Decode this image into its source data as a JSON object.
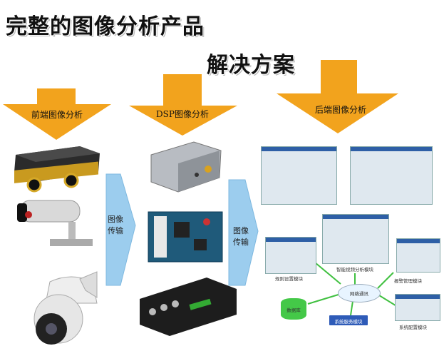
{
  "title": {
    "line1": "完整的图像分析产品",
    "line2": "解决方案"
  },
  "columns": [
    {
      "label": "前端图像分析"
    },
    {
      "label": "DSP图像分析"
    },
    {
      "label": "后端图像分析"
    }
  ],
  "transfer": [
    {
      "line1": "图像",
      "line2": "传输"
    },
    {
      "line1": "图像",
      "line2": "传输"
    }
  ],
  "system_diagram": {
    "rule_module": "规则设置模块",
    "smart_module": "智能视频分析模块",
    "alarm_module": "报警管理模块",
    "network": "网络通讯",
    "database": "数据库",
    "service_module": "系统服务模块",
    "config_module": "系统配置模块"
  },
  "colors": {
    "arrow_orange": "#f2a31d",
    "transfer_blue": "#9ccdee",
    "node_green": "#44c848",
    "node_blue": "#2e5bb8"
  }
}
